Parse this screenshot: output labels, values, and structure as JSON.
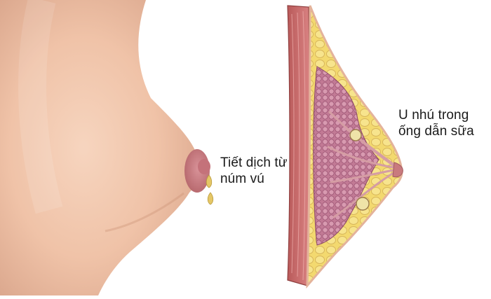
{
  "labels": {
    "nipple_discharge": [
      "Tiết dịch từ",
      "núm vú"
    ],
    "intraductal_papilloma": [
      "U nhú trong",
      "ống dẫn sữa"
    ]
  },
  "colors": {
    "skin": "#f2c7ae",
    "skin_shadow": "#dca488",
    "areola": "#c97a7e",
    "discharge": "#e0c46a",
    "fat": "#f1d668",
    "muscle": "#c96a6a",
    "lobules": "#b96a89",
    "ducts": "#e7b2b4",
    "papilloma": "#efe2a7"
  },
  "icons": {
    "left_figure": "breast-external-view-illustration",
    "right_figure": "breast-cross-section-illustration"
  }
}
